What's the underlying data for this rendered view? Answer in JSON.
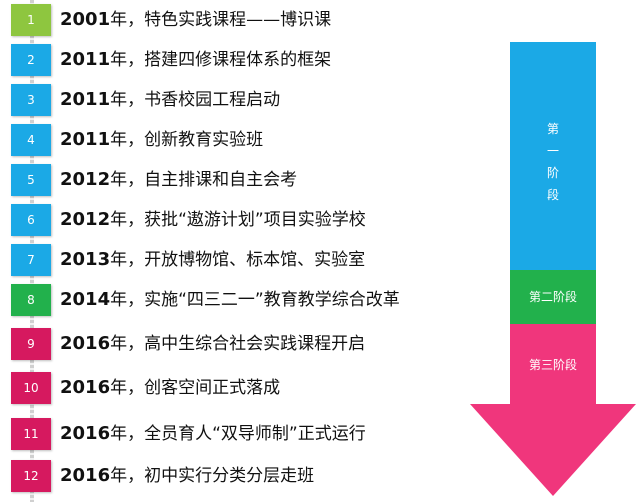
{
  "timeline": {
    "year_suffix": "年，",
    "items": [
      {
        "num": "1",
        "year": "2001",
        "text": "特色实践课程——博识课",
        "color": "#8ec63f"
      },
      {
        "num": "2",
        "year": "2011",
        "text": "搭建四修课程体系的框架",
        "color": "#1ba9e6"
      },
      {
        "num": "3",
        "year": "2011",
        "text": "书香校园工程启动",
        "color": "#1ba9e6"
      },
      {
        "num": "4",
        "year": "2011",
        "text": "创新教育实验班",
        "color": "#1ba9e6"
      },
      {
        "num": "5",
        "year": "2012",
        "text": "自主排课和自主会考",
        "color": "#1ba9e6"
      },
      {
        "num": "6",
        "year": "2012",
        "text": "获批“遨游计划”项目实验学校",
        "color": "#1ba9e6"
      },
      {
        "num": "7",
        "year": "2013",
        "text": "开放博物馆、标本馆、实验室",
        "color": "#1ba9e6"
      },
      {
        "num": "8",
        "year": "2014",
        "text": "实施“四三二一”教育教学综合改革",
        "color": "#22b14c"
      },
      {
        "num": "9",
        "year": "2016",
        "text": "高中生综合社会实践课程开启",
        "color": "#d6195f"
      },
      {
        "num": "10",
        "year": "2016",
        "text": "创客空间正式落成",
        "color": "#d6195f"
      },
      {
        "num": "11",
        "year": "2016",
        "text": "全员育人“双导师制”正式运行",
        "color": "#d6195f"
      },
      {
        "num": "12",
        "year": "2016",
        "text": "初中实行分类分层走班",
        "color": "#d6195f"
      }
    ]
  },
  "stages": [
    {
      "label": "第一阶段",
      "color": "#1ba9e6"
    },
    {
      "label": "第二阶段",
      "color": "#22b14c"
    },
    {
      "label": "第三阶段",
      "color": "#f0367c"
    }
  ]
}
